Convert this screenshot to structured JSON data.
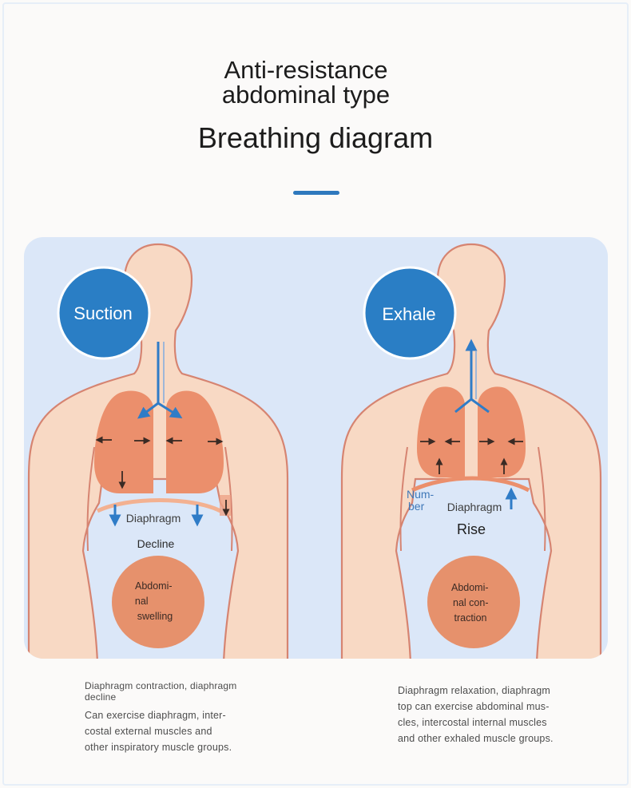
{
  "header": {
    "title_line1": "Anti-resistance",
    "title_line2": "abdominal type",
    "title_main": "Breathing diagram"
  },
  "left_figure": {
    "badge": "Suction",
    "diaphragm_label": "Diaphragm",
    "movement_label": "Decline",
    "abdomen_lines": [
      "Abdomi-",
      "nal",
      "swelling"
    ]
  },
  "right_figure": {
    "badge": "Exhale",
    "side_label_lines": [
      "Num-",
      "ber"
    ],
    "diaphragm_label": "Diaphragm",
    "movement_label": "Rise",
    "abdomen_lines": [
      "Abdomi-",
      "nal con-",
      "traction"
    ]
  },
  "captions": {
    "left": {
      "lead_lines": [
        "Diaphragm contraction, diaphragm",
        "decline"
      ],
      "body_lines": [
        "Can exercise diaphragm, inter-",
        "costal external muscles and",
        "other inspiratory muscle groups."
      ]
    },
    "right": {
      "body_lines": [
        "Diaphragm relaxation, diaphragm",
        "top can exercise abdominal mus-",
        "cles, intercostal internal muscles",
        "and other exhaled muscle groups."
      ]
    }
  },
  "colors": {
    "panel_bg": "#dbe7f8",
    "skin": "#f8d9c4",
    "outline": "#d68471",
    "lung": "#eb8f6c",
    "abdomen": "#e6916c",
    "badge": "#2a7ec5",
    "arrow_blue": "#2f7cc7"
  }
}
